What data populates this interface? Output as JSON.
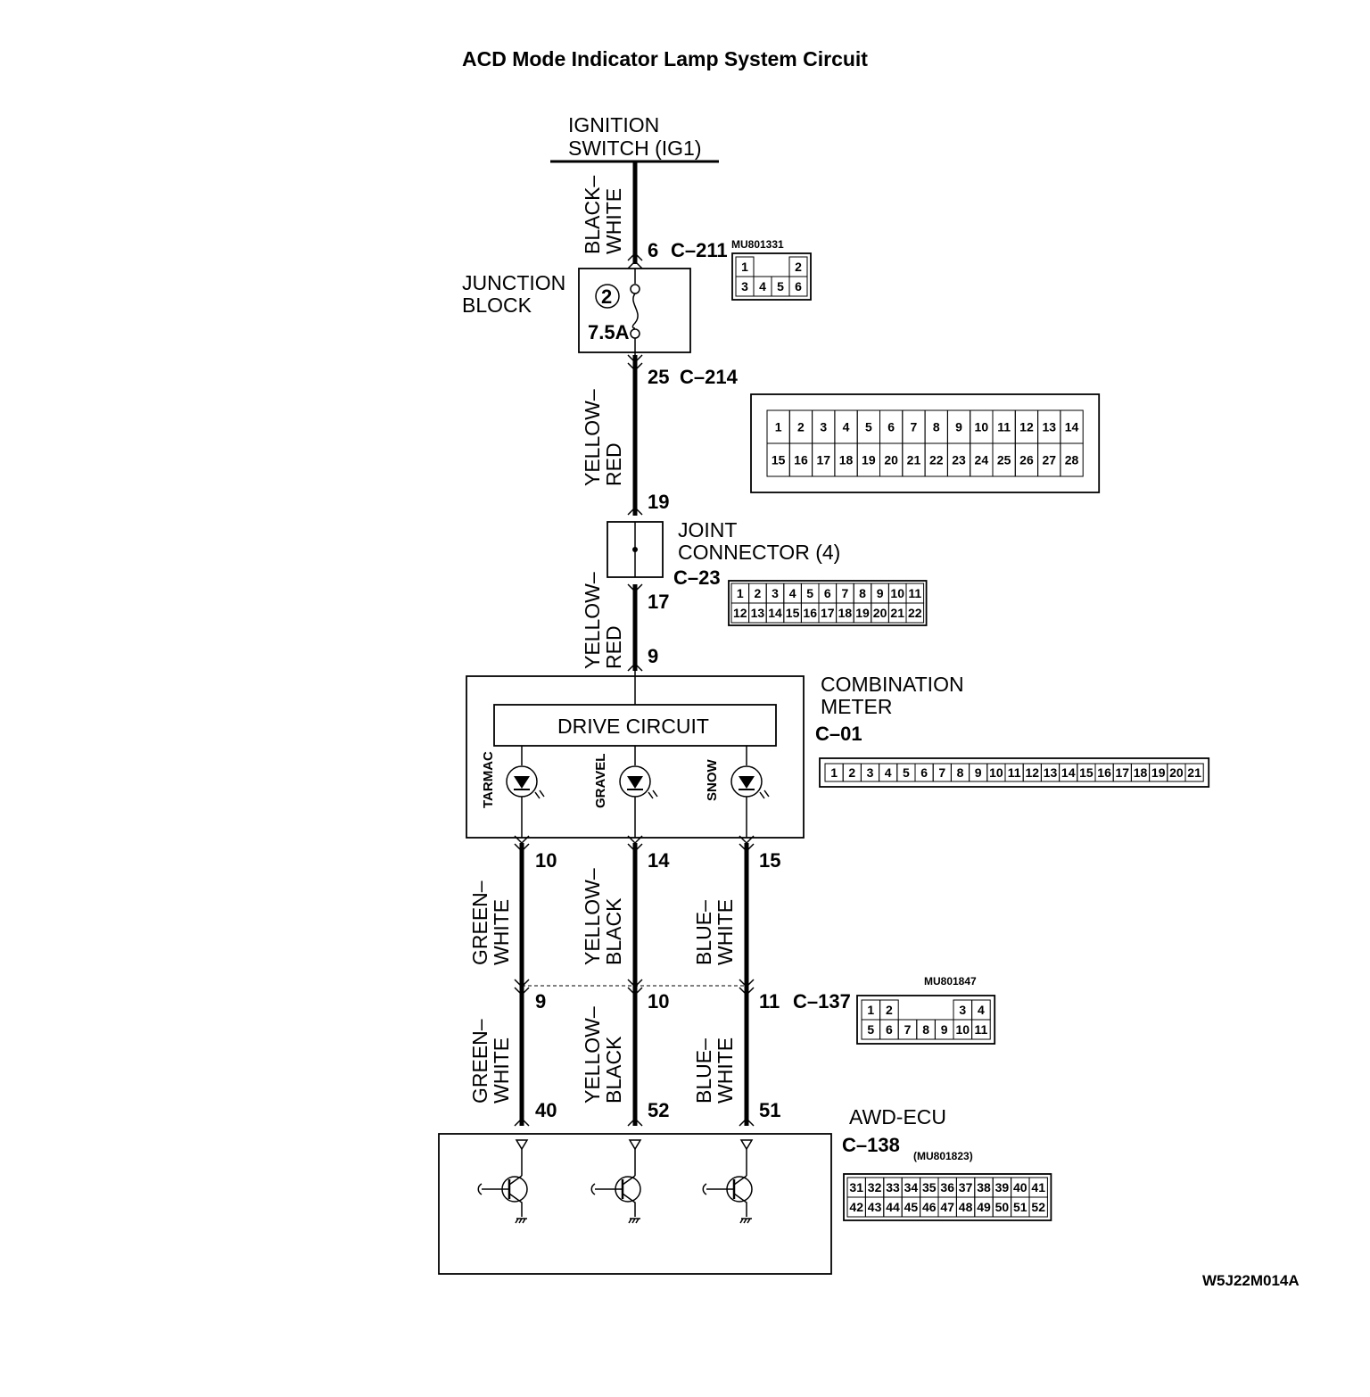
{
  "title": "ACD Mode Indicator Lamp System Circuit",
  "ignition": {
    "line1": "IGNITION",
    "line2": "SWITCH (IG1)"
  },
  "wire_colors": {
    "black_white": [
      "BLACK–",
      "WHITE"
    ],
    "yellow_red_1": [
      "YELLOW–",
      "RED"
    ],
    "yellow_red_2": [
      "YELLOW–",
      "RED"
    ],
    "green_white_1": [
      "GREEN–",
      "WHITE"
    ],
    "yellow_black_1": [
      "YELLOW–",
      "BLACK"
    ],
    "blue_white_1": [
      "BLUE–",
      "WHITE"
    ],
    "green_white_2": [
      "GREEN–",
      "WHITE"
    ],
    "yellow_black_2": [
      "YELLOW–",
      "BLACK"
    ],
    "blue_white_2": [
      "BLUE–",
      "WHITE"
    ]
  },
  "pins": {
    "c211": "6",
    "c214": "25",
    "j_in": "19",
    "j_out": "17",
    "meter_in": "9",
    "meter_out": [
      "10",
      "14",
      "15"
    ],
    "c137": [
      "9",
      "10",
      "11"
    ],
    "ecu": [
      "40",
      "52",
      "51"
    ]
  },
  "connectors": {
    "c211": "C–211",
    "c214": "C–214",
    "c23": "C–23",
    "c01": "C–01",
    "c137": "C–137",
    "c138": "C–138"
  },
  "part_numbers": {
    "c211": "MU801331",
    "c137": "MU801847",
    "c138": "(MU801823)"
  },
  "junction_block": {
    "line1": "JUNCTION",
    "line2": "BLOCK",
    "fuse_no": "2",
    "fuse_rating": "7.5A"
  },
  "joint_connector": {
    "line1": "JOINT",
    "line2": "CONNECTOR (4)"
  },
  "combination_meter": {
    "line1": "COMBINATION",
    "line2": "METER",
    "drive_circuit": "DRIVE CIRCUIT",
    "lamps": [
      "TARMAC",
      "GRAVEL",
      "SNOW"
    ]
  },
  "awd_ecu": {
    "label": "AWD-ECU"
  },
  "connector_faces": {
    "c211": {
      "top": [
        "1",
        "",
        "",
        "2"
      ],
      "bottom": [
        "3",
        "4",
        "5",
        "6"
      ]
    },
    "c214": {
      "top": [
        "1",
        "2",
        "3",
        "4",
        "5",
        "6",
        "7",
        "8",
        "9",
        "10",
        "11",
        "12",
        "13",
        "14"
      ],
      "bottom": [
        "15",
        "16",
        "17",
        "18",
        "19",
        "20",
        "21",
        "22",
        "23",
        "24",
        "25",
        "26",
        "27",
        "28"
      ]
    },
    "c23": {
      "top": [
        "1",
        "2",
        "3",
        "4",
        "5",
        "6",
        "7",
        "8",
        "9",
        "10",
        "11"
      ],
      "bottom": [
        "12",
        "13",
        "14",
        "15",
        "16",
        "17",
        "18",
        "19",
        "20",
        "21",
        "22"
      ]
    },
    "c01": {
      "row": [
        "1",
        "2",
        "3",
        "4",
        "5",
        "6",
        "7",
        "8",
        "9",
        "10",
        "11",
        "12",
        "13",
        "14",
        "15",
        "16",
        "17",
        "18",
        "19",
        "20",
        "21"
      ]
    },
    "c137": {
      "top": [
        "1",
        "2",
        "",
        "",
        "",
        "3",
        "4"
      ],
      "bottom": [
        "5",
        "6",
        "7",
        "8",
        "9",
        "10",
        "11"
      ]
    },
    "c138": {
      "top": [
        "31",
        "32",
        "33",
        "34",
        "35",
        "36",
        "37",
        "38",
        "39",
        "40",
        "41"
      ],
      "bottom": [
        "42",
        "43",
        "44",
        "45",
        "46",
        "47",
        "48",
        "49",
        "50",
        "51",
        "52"
      ]
    }
  },
  "figure_code": "W5J22M014A"
}
